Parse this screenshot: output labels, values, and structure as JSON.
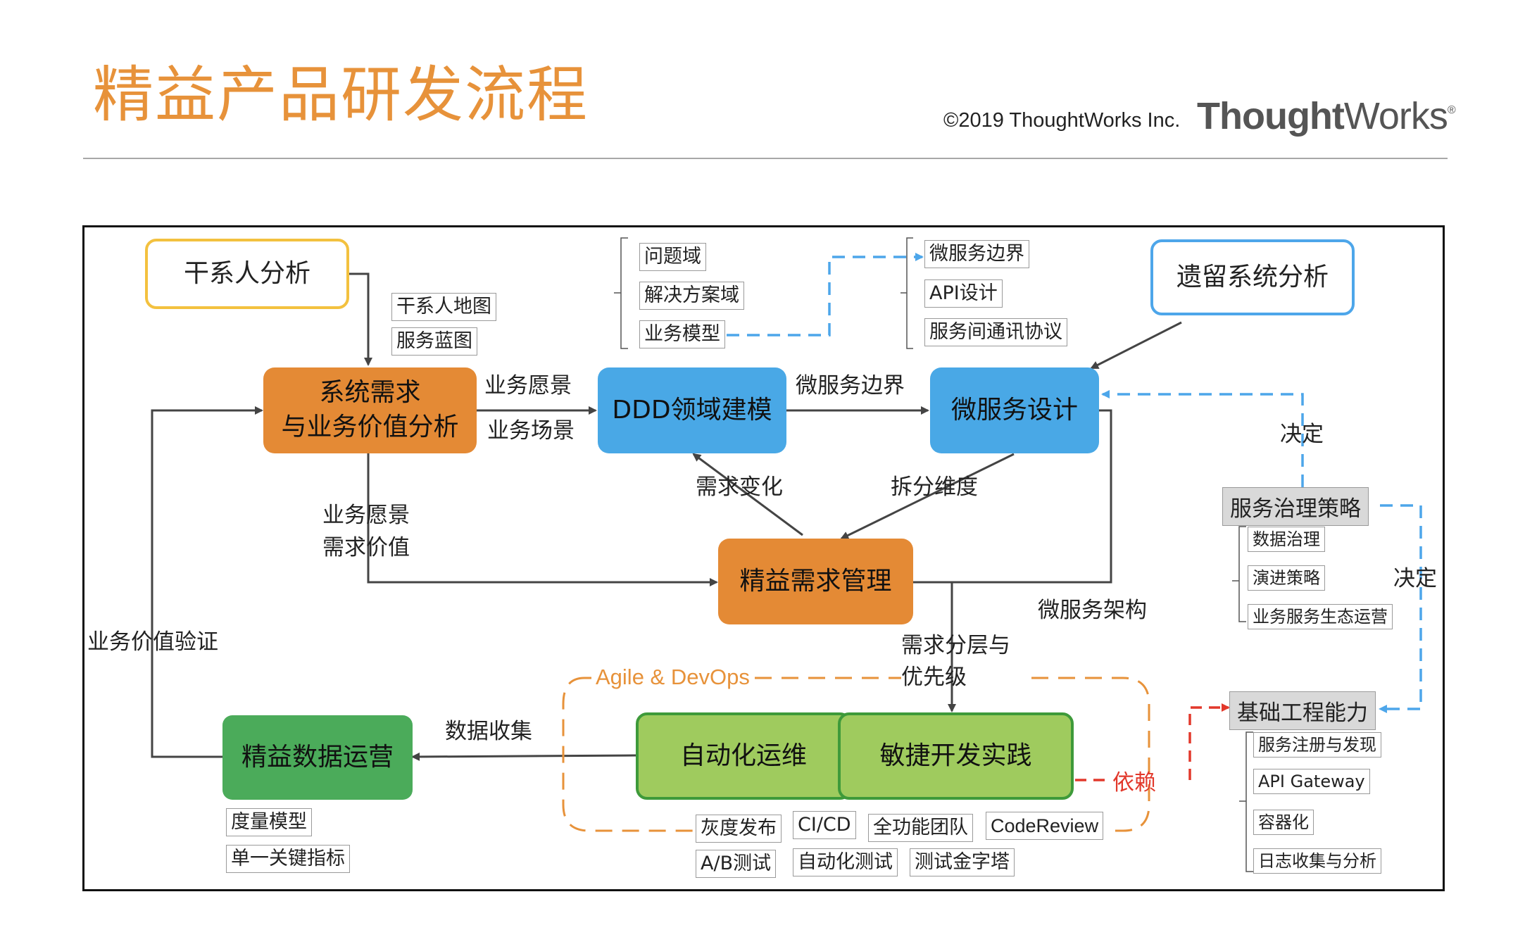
{
  "header": {
    "title": "精益产品研发流程",
    "copyright": "©2019 ThoughtWorks Inc.",
    "logo_bold": "Thought",
    "logo_regular": "Works",
    "logo_mark": "®"
  },
  "nodes": {
    "stakeholder": "干系人分析",
    "legacy": "遗留系统分析",
    "requirements_line1": "系统需求",
    "requirements_line2": "与业务价值分析",
    "ddd": "DDD领域建模",
    "microservice_design": "微服务设计",
    "lean_requirements": "精益需求管理",
    "lean_data": "精益数据运营",
    "auto_ops": "自动化运维",
    "agile_practice": "敏捷开发实践",
    "service_governance": "服务治理策略",
    "infra": "基础工程能力"
  },
  "tags": {
    "stakeholder": [
      "干系人地图",
      "服务蓝图"
    ],
    "ddd": [
      "问题域",
      "解决方案域",
      "业务模型"
    ],
    "microservice": [
      "微服务边界",
      "API设计",
      "服务间通讯协议"
    ],
    "governance": [
      "数据治理",
      "演进策略",
      "业务服务生态运营"
    ],
    "infra": [
      "服务注册与发现",
      "API Gateway",
      "容器化",
      "日志收集与分析"
    ],
    "data_ops": [
      "度量模型",
      "单一关键指标"
    ],
    "devops_row1": [
      "灰度发布",
      "CI/CD",
      "全功能团队",
      "CodeReview"
    ],
    "devops_row2": [
      "A/B测试",
      "自动化测试",
      "测试金字塔"
    ]
  },
  "labels": {
    "vision": "业务愿景",
    "scenario": "业务场景",
    "ms_boundary": "微服务边界",
    "req_change": "需求变化",
    "split_dim": "拆分维度",
    "vision_value_1": "业务愿景",
    "vision_value_2": "需求价值",
    "ms_arch": "微服务架构",
    "layering_1": "需求分层与",
    "layering_2": "优先级",
    "biz_value_verify": "业务价值验证",
    "data_collect": "数据收集",
    "decide_top": "决定",
    "decide_right": "决定",
    "agile_devops": "Agile & DevOps",
    "depend": "依赖"
  },
  "colors": {
    "orange": "#e48a35",
    "blue": "#49a8e6",
    "green": "#4bab5a",
    "light_green": "#9fcb5e",
    "yellow_border": "#f3c13f",
    "dashed_blue": "#4da6ea",
    "dashed_orange": "#e7923a",
    "dashed_red": "#e2382b",
    "title": "#e7923a"
  }
}
